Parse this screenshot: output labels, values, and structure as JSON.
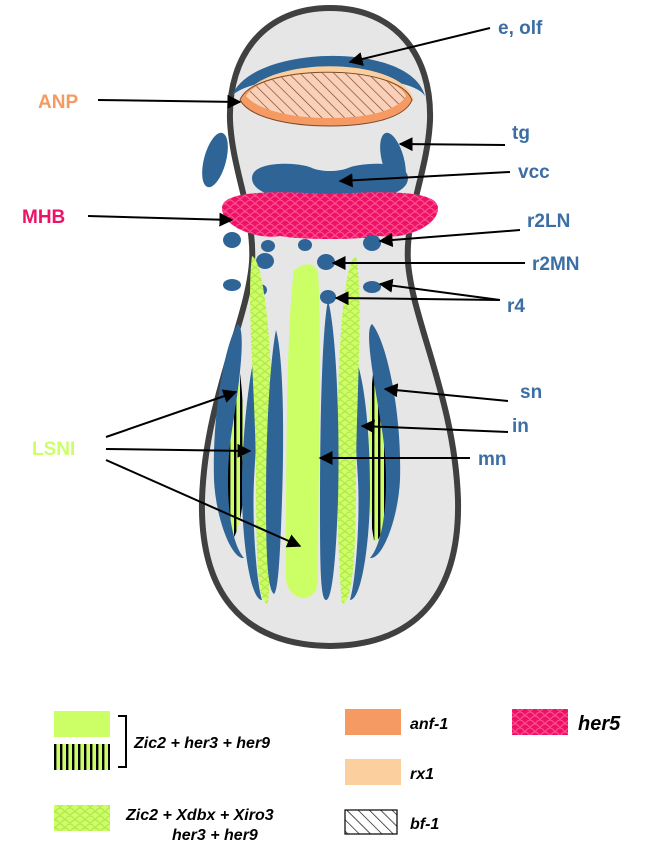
{
  "colors": {
    "blue": "#2e6496",
    "label_blue": "#3a6ea5",
    "green": "#ccff66",
    "pink": "#ee1166",
    "orange": "#f59a62",
    "peach": "#fbcf9e",
    "body_fill": "#e6e6e6",
    "outline": "#404040"
  },
  "labels": {
    "e_olf": "e, olf",
    "anp": "ANP",
    "tg": "tg",
    "vcc": "vcc",
    "mhb": "MHB",
    "r2ln": "r2LN",
    "r2mn": "r2MN",
    "r4": "r4",
    "sn": "sn",
    "in": "in",
    "lsni": "LSNI",
    "mn": "mn"
  },
  "legend": {
    "zic_her": "Zic2 + her3 + her9",
    "zic_xdbx_line1": "Zic2 + Xdbx + Xiro3",
    "zic_xdbx_line2": "her3 + her9",
    "anf1": "anf-1",
    "rx1": "rx1",
    "bf1": "bf-1",
    "her5": "her5"
  }
}
